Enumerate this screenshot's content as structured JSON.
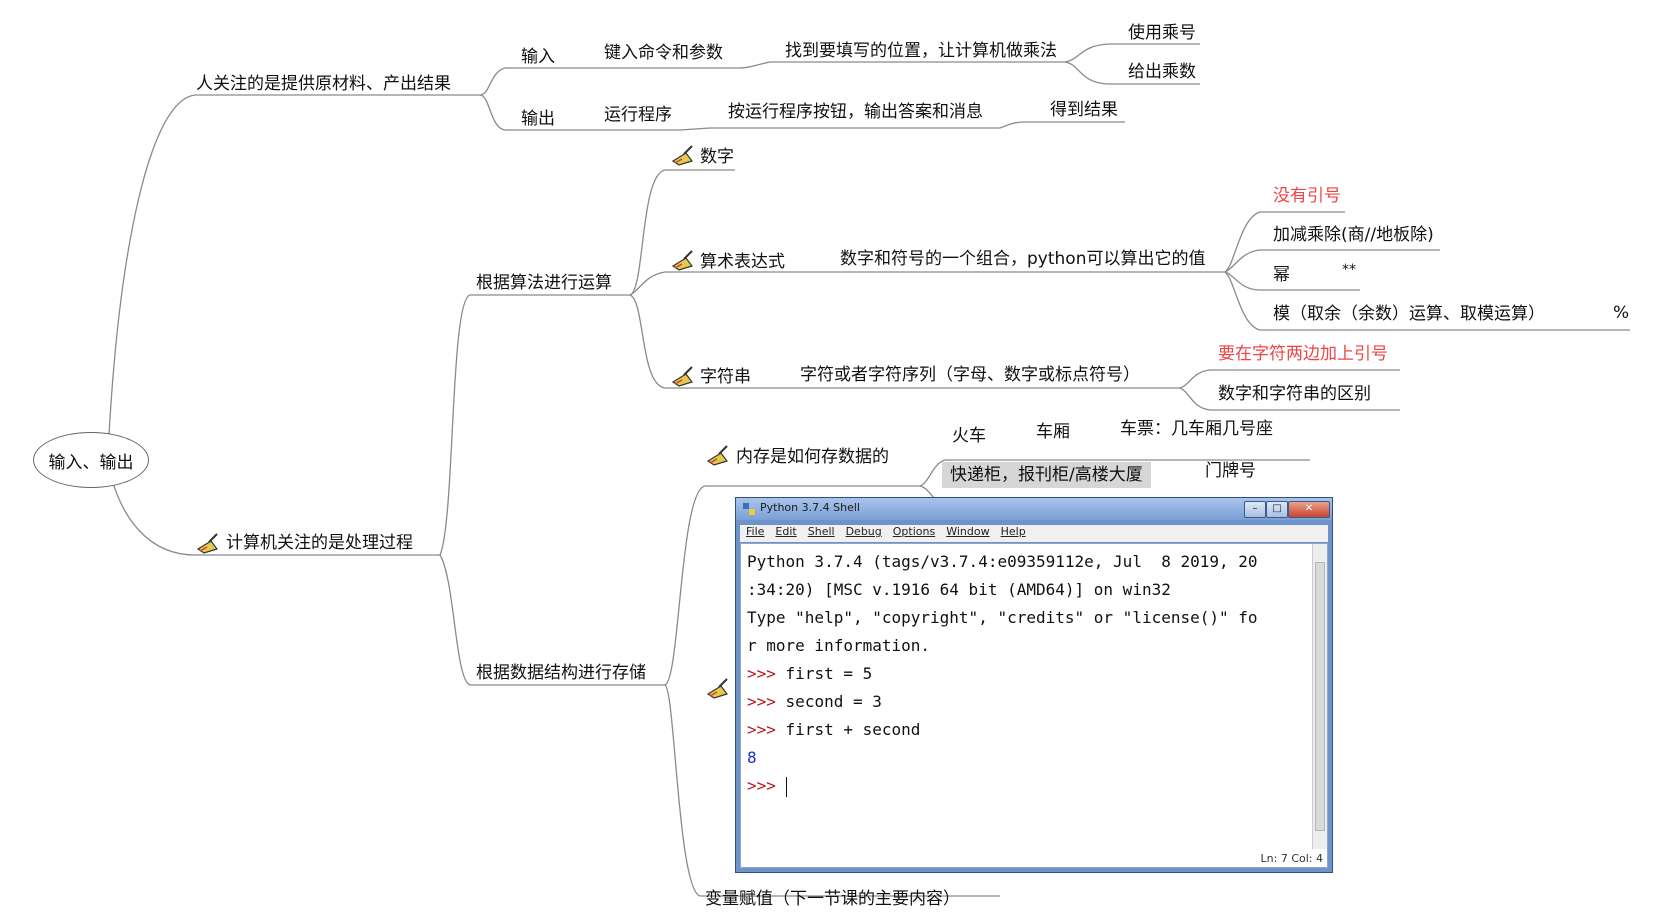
{
  "root": "输入、输出",
  "branch_human": {
    "label": "人关注的是提供原材料、产出结果",
    "input": {
      "label": "输入",
      "step": "键入命令和参数",
      "detail": "找到要填写的位置，让计算机做乘法",
      "leaves": [
        "使用乘号",
        "给出乘数"
      ]
    },
    "output": {
      "label": "输出",
      "step": "运行程序",
      "detail": "按运行程序按钮，输出答案和消息",
      "leaf": "得到结果"
    }
  },
  "branch_computer": {
    "label": "计算机关注的是处理过程",
    "compute": {
      "label": "根据算法进行运算",
      "number": "数字",
      "expression": {
        "label": "算术表达式",
        "detail": "数字和符号的一个组合，python可以算出它的值",
        "items": [
          {
            "text": "没有引号",
            "note": ""
          },
          {
            "text": "加减乘除(商//地板除)",
            "note": ""
          },
          {
            "text": "幂",
            "note": "**"
          },
          {
            "text": "模（取余（余数）运算、取模运算）",
            "note": "%"
          }
        ]
      },
      "string": {
        "label": "字符串",
        "detail": "字符或者字符序列（字母、数字或标点符号）",
        "items": [
          "要在字符两边加上引号",
          "数字和字符串的区别"
        ]
      }
    },
    "storage": {
      "label": "根据数据结构进行存储",
      "memory": {
        "label": "内存是如何存数据的",
        "train": "火车",
        "car": "车厢",
        "ticket": "车票：几车厢几号座",
        "locker": "快递柜，报刊柜/高楼大厦",
        "door": "门牌号"
      },
      "assignment": "变量赋值（下一节课的主要内容）"
    }
  },
  "shell": {
    "title": "Python 3.7.4 Shell",
    "menu": [
      "File",
      "Edit",
      "Shell",
      "Debug",
      "Options",
      "Window",
      "Help"
    ],
    "lines": [
      "Python 3.7.4 (tags/v3.7.4:e09359112e, Jul  8 2019, 20",
      ":34:20) [MSC v.1916 64 bit (AMD64)] on win32",
      "Type \"help\", \"copyright\", \"credits\" or \"license()\" fo",
      "r more information."
    ],
    "prompt": ">>>",
    "commands": [
      "first = 5",
      "second = 3",
      "first + second"
    ],
    "result": "8",
    "status": "Ln: 7  Col: 4"
  },
  "colors": {
    "highlight_text": "#ee4444",
    "line": "#8a8a8a"
  }
}
